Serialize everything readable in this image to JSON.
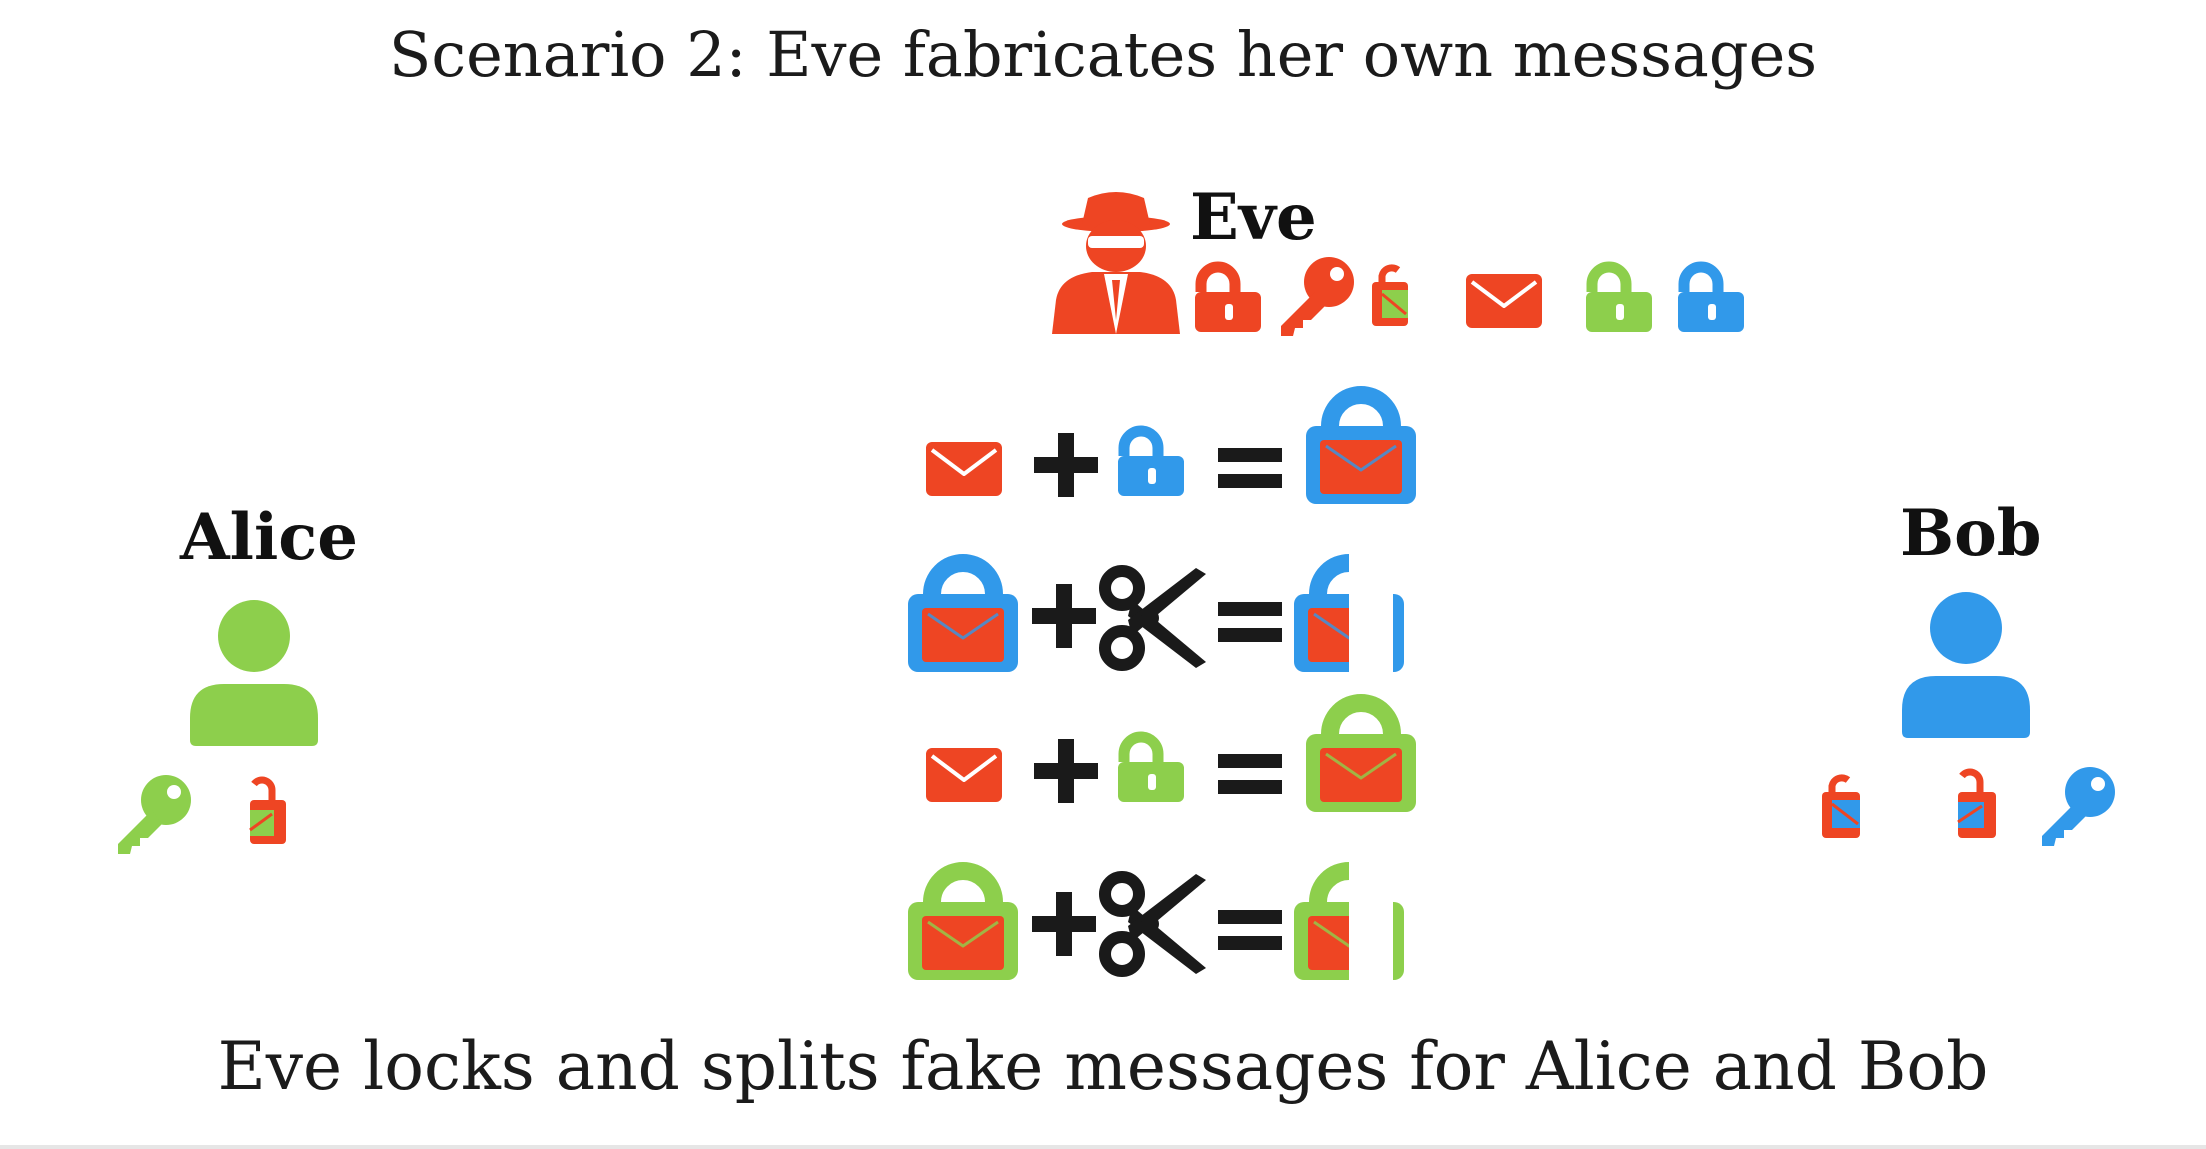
{
  "title": "Scenario 2: Eve fabricates her own messages",
  "caption": "Eve locks and splits fake messages for Alice and Bob",
  "actors": {
    "eve": {
      "name": "Eve",
      "icon": "spy-icon",
      "color": "#ee4523"
    },
    "alice": {
      "name": "Alice",
      "icon": "person-icon",
      "color": "#8dcf4c"
    },
    "bob": {
      "name": "Bob",
      "icon": "person-icon",
      "color": "#3199ea"
    }
  },
  "colors": {
    "red": "#ee4523",
    "green": "#8dcf4c",
    "blue": "#3199ea",
    "black": "#1a1a1a"
  },
  "eve_items": [
    "red-open-padlock-icon",
    "red-key-icon",
    "red-half-padlock-icon",
    "red-envelope-icon",
    "green-open-padlock-icon",
    "blue-open-padlock-icon"
  ],
  "alice_items": [
    "green-key-icon",
    "red-half-padlock-icon"
  ],
  "bob_items": [
    "red-half-padlock-icon",
    "red-half-padlock-icon",
    "blue-key-icon"
  ],
  "equations": [
    {
      "lhs": [
        "red-envelope-icon",
        "blue-open-padlock-icon"
      ],
      "result": "blue-locked-envelope-icon"
    },
    {
      "lhs": [
        "blue-locked-envelope-icon",
        "scissors-icon"
      ],
      "result": "blue-split-locked-envelope-icon"
    },
    {
      "lhs": [
        "red-envelope-icon",
        "green-open-padlock-icon"
      ],
      "result": "green-locked-envelope-icon"
    },
    {
      "lhs": [
        "green-locked-envelope-icon",
        "scissors-icon"
      ],
      "result": "green-split-locked-envelope-icon"
    }
  ]
}
